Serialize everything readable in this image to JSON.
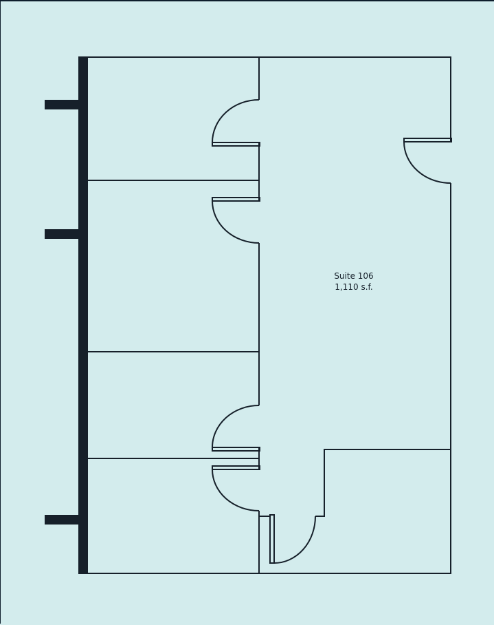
{
  "plan": {
    "background_color": "#d3eced",
    "wall_color": "#16202a",
    "suite": {
      "name": "Suite 106",
      "area": "1,110 s.f."
    },
    "rooms": [
      {
        "id": "office-1",
        "label": ""
      },
      {
        "id": "office-2",
        "label": ""
      },
      {
        "id": "office-3",
        "label": ""
      },
      {
        "id": "office-4",
        "label": ""
      },
      {
        "id": "open-area",
        "label": ""
      },
      {
        "id": "back-room",
        "label": ""
      }
    ],
    "doors_count": 6,
    "exterior_wall_stubs": 3
  }
}
